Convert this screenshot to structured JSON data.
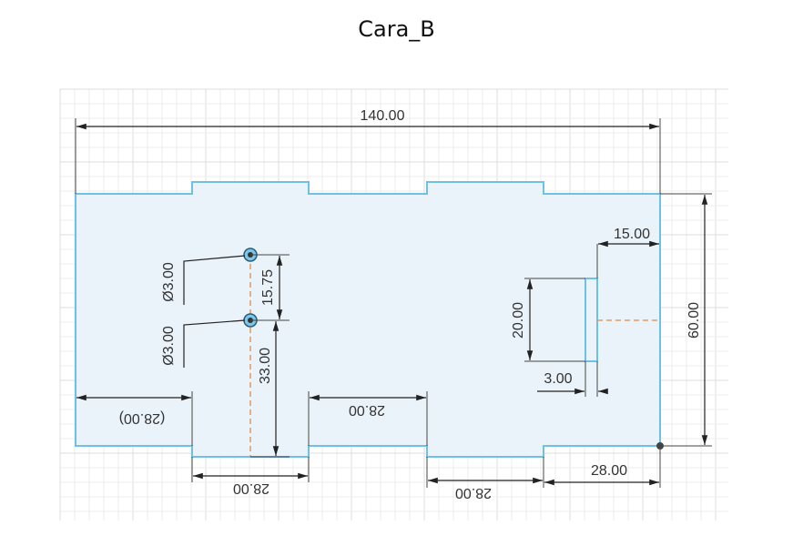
{
  "title": "Cara_B",
  "dimensions": {
    "overall_width": "140.00",
    "overall_height": "60.00",
    "slot_offset_right": "15.00",
    "slot_height": "20.00",
    "slot_width": "3.00",
    "hole_spacing": "15.75",
    "hole_from_bottom": "33.00",
    "left_tab_ref": "(28.00)",
    "middle_notch": "28.00",
    "bottom_tab_left": "28.00",
    "bottom_tab_right": "28.00",
    "right_tab": "28.00"
  },
  "holes": [
    {
      "label": "Ø3.00"
    },
    {
      "label": "Ø3.00"
    }
  ],
  "colors": {
    "profile_stroke": "#6ec1e4",
    "profile_fill": "#eaf3fa",
    "center_line": "#e08a4a",
    "dimension": "#222222"
  }
}
